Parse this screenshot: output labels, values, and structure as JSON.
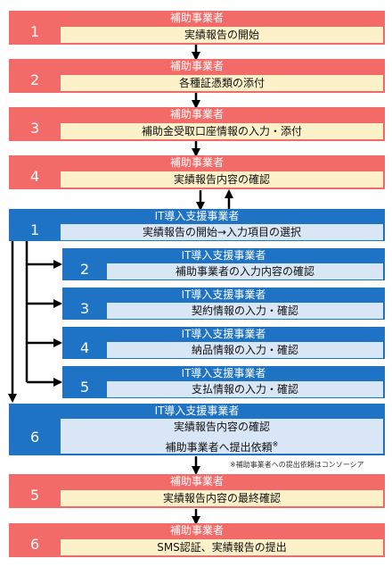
{
  "steps": [
    {
      "role": "補助事業者",
      "num": "1",
      "text": "実績報告の開始"
    },
    {
      "role": "補助事業者",
      "num": "2",
      "text": "各種証憑類の添付"
    },
    {
      "role": "補助事業者",
      "num": "3",
      "text": "補助金受取口座情報の入力・添付"
    },
    {
      "role": "補助事業者",
      "num": "4",
      "text": "実績報告内容の確認"
    },
    {
      "role": "IT導入支援事業者",
      "num": "1",
      "text": "実績報告の開始→入力項目の選択"
    },
    {
      "role": "IT導入支援事業者",
      "num": "2",
      "text": "補助事業者の入力内容の確認"
    },
    {
      "role": "IT導入支援事業者",
      "num": "3",
      "text": "契約情報の入力・確認"
    },
    {
      "role": "IT導入支援事業者",
      "num": "4",
      "text": "納品情報の入力・確認"
    },
    {
      "role": "IT導入支援事業者",
      "num": "5",
      "text": "支払情報の入力・確認"
    },
    {
      "role": "IT導入支援事業者",
      "num": "6",
      "text_line1": "実績報告内容の確認",
      "text_line2": "補助事業者へ提出依頼",
      "mark": "※"
    },
    {
      "role": "補助事業者",
      "num": "5",
      "text": "実績報告内容の最終確認"
    },
    {
      "role": "補助事業者",
      "num": "6",
      "text": "SMS認証、実績報告の提出"
    }
  ],
  "note": "※補助事業者への提出依頼はコンソーシア",
  "colors": {
    "supporter": "#f26b68",
    "vendor": "#1f73c4",
    "supporter_inner": "#fdf1c9",
    "vendor_inner": "#d8e6f6"
  }
}
